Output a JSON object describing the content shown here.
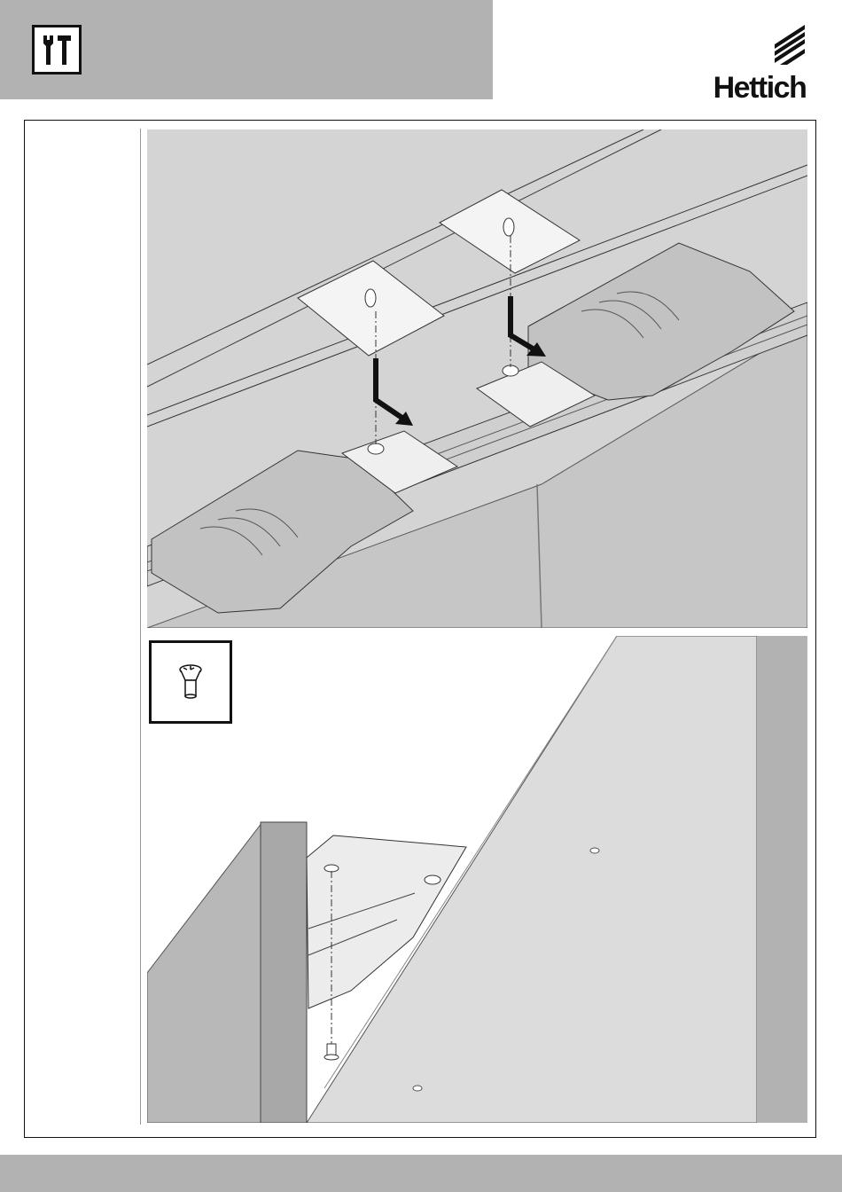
{
  "brand": {
    "name": "Hettich"
  },
  "header": {
    "icon": "assembly-tools-icon"
  },
  "figure_top": {
    "icon": "hanging-plates-assembly"
  },
  "figure_bottom": {
    "icon": "screw-fixing-underside",
    "part_icon": "countersunk-screw-icon"
  },
  "colors": {
    "band": "#b2b2b2",
    "panel": "#d2d2d2",
    "ink": "#111111",
    "arrow": "#111111"
  }
}
